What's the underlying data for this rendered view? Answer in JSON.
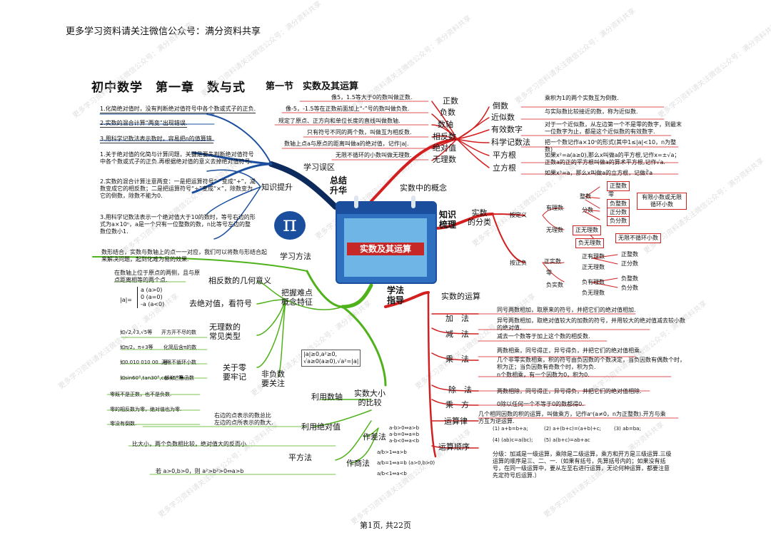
{
  "header": "更多学习资料请关注微信公众号：满分资料共享",
  "title": "初中数学　第一章　数与式",
  "section": "第一节　实数及其运算",
  "center_label": "实数及其运算",
  "footer": "第1页, 共22页",
  "watermark": "更多学习资料请关注微信公众号：满分资料共享",
  "branches": {
    "summary": "总结\n升华",
    "concepts": "实数中的概念",
    "review": "知识\n梳理",
    "methods": "学法\n指导"
  },
  "nodes": {
    "xuexi_wuqu": "学习误区",
    "zhishi_tisheng": "知识提升",
    "xuexi_fangfa": "学习方法",
    "bawo": "把握难点\n概念特征",
    "xiangfanshu": "相反数的几何意义",
    "jueduizhi": "去绝对值，看符号",
    "wuli": "无理数的\n常见类型",
    "guanyu_ling": "关于零\n要牢记",
    "feifu": "非负数\n要关注",
    "daxiao": "实数大小\n的比较",
    "liyong_shuzhou": "利用数轴",
    "liyong_jdz": "利用绝对值",
    "pingfangfa": "平方法",
    "zuochafa": "作差法",
    "zuoshangfa": "作商法",
    "shishu_fenlei": "实数\n的分类",
    "an_dingyi": "按定义",
    "an_zhengfu": "按正负",
    "shishu_yunsuan": "实数的运算"
  },
  "concepts": [
    {
      "k": "正数",
      "d": "像5，1.5等大于0的数叫做正数."
    },
    {
      "k": "负数",
      "d": "像-5，-1.5等在正数前面加上“-”号的数叫做负数."
    },
    {
      "k": "数轴",
      "d": "规定了原点、正方向和单位长度的直线叫做数轴."
    },
    {
      "k": "相反数",
      "d": "只有符号不同的两个数，叫做互为相反数."
    },
    {
      "k": "绝对值",
      "d": "数轴上点a与原点的距离叫做a的绝对值，记作|a|."
    },
    {
      "k": "无理数",
      "d": "无限不循环的小数叫做无理数."
    },
    {
      "k": "倒数",
      "d": "乘积为1的两个实数互为倒数."
    },
    {
      "k": "近似数",
      "d": "与实际数比较接近的数，称为近似数."
    },
    {
      "k": "有效数字",
      "d": "对于一个近似数，从左边第一个不是零的数字，到最末一位数字为止，都是这个近似数的有效数字."
    },
    {
      "k": "科学记数法",
      "d": "把一个数记作a×10ⁿ的形式(其中1≤|a|<10，n为整数)"
    },
    {
      "k": "平方根",
      "d": "如果x²=a(a≥0),那么x叫做a的平方根,记作x=±√a；正数a的正的平方根叫做a的算术平方根,记作√a."
    },
    {
      "k": "立方根",
      "d": "如果x³=a，那么x叫做a的立方根，记做∛a"
    }
  ],
  "mistakes": [
    "1.化简绝对值时，没有判断绝对值符号中各个数或式子的正负.",
    "2.实数的混合计算“两变”出现错误.",
    "3.用科学记数法表示数时，容易把n的值算错."
  ],
  "tips": [
    "1.关于绝对值的化简与计算问题，关键是要先判断绝对值符号中各个数或式子的正负.再根据绝对值的意义去掉绝对值符号.",
    "2.实数的混合计算注意两变：一是把运算符号“-”变成“+”，减数变成它的相反数；二是把运算符号“÷”变成“×”，除数变为它的倒数，除数不能为0.",
    "3.用科学记数法表示一个绝对值大于10的数时，等号右边的形式为a×10ⁿ，a是一个只有一位整数的数，n比等号左边的整数位数小1."
  ],
  "method_text": "数形结合，实数与数轴上的点一一对应，我们可以将数与形结合起来解决问题，起到化难为易的效果.",
  "xiangfanshu_text": "在数轴上位于原点的两侧，且与原点距离相等的两个点.",
  "abs_def": [
    "a (a>0)",
    "0 (a=0)",
    "-a (a<0)"
  ],
  "abs_lhs": "|a|=",
  "irrational": [
    {
      "e": "如√2,∛3,√5等",
      "d": "开方开不尽的数"
    },
    {
      "e": "如π/2，π+3等",
      "d": "化简后含π的数"
    },
    {
      "e": "如0.010 010 00…等",
      "d": "无限不循环小数"
    },
    {
      "e": "如sin60°,tan30°,cos45°等",
      "d": "部分三角函数"
    }
  ],
  "zero": [
    "零既不是正数，也不是负数.",
    "零的相反数为零，绝对值也为零.",
    "零没有倒数."
  ],
  "nonneg": [
    "|a|≥0,a²≥0,",
    "√a≥0(a≥0),√a²=|a|"
  ],
  "axis_cmp": [
    "右边的点表示的数总比",
    "左边的点所表示的数大."
  ],
  "abs_cmp": "比大小，两个负数相比较，绝对值大的反而小",
  "square_cmp": "若 a>0,b>0，则 a²>b²>0⇔a>b",
  "diff_cmp": [
    "a-b>0⇔a>b",
    "a-b=0⇔a=b",
    "a-b<0⇔a<b"
  ],
  "quot_cmp": [
    "a/b>1⇔a>b",
    "a/b=1⇔a=b (a>0,b>0)",
    "a/b<1⇔a<b"
  ],
  "class_def": {
    "youli": "有理数",
    "zhengshu": "整数",
    "fenshu": "分数",
    "zheng": "正整数",
    "ling": "零",
    "fu": "负整数",
    "zf": "正分数",
    "ff": "负分数",
    "youxian": "有限小数或无限循环小数",
    "wuli": "无理数",
    "zw": "正无理数",
    "fw": "负无理数",
    "note": "无限不循环小数"
  },
  "class_sign": {
    "zs": "正实数",
    "ling": "零",
    "fs": "负实数",
    "zy": "正有理数",
    "zw": "正无理数",
    "fy": "负有理数",
    "fw": "负无理数",
    "zzs": "正整数",
    "zfs": "正分数",
    "fzs": "负整数",
    "ffs": "负分数"
  },
  "ops": [
    {
      "k": "加　法",
      "d": "同号两数相加，取原来的符号，并把它们的绝对值相加."
    },
    {
      "k": "",
      "d": "异号两数相加，取绝对值较大的加数的符号，并用较大的绝对值减去较小数 的绝对值."
    },
    {
      "k": "减　法",
      "d": "减去一个数等于加上这个数的相反数."
    },
    {
      "k": "乘　法",
      "d": "两数相乘，同号得正，异号得负，并把它们的绝对值相乘."
    },
    {
      "k": "",
      "d": "几个非零实数相乘，积的符号由负因数的个数决定，当负因数有偶数个时，积为正；当负因数有奇数个时，积为负."
    },
    {
      "k": "",
      "d": "n个数相乘，有一个因数为0，积为0."
    },
    {
      "k": "除　法",
      "d": "两数相除，同号得正，异号得负，并把它们的绝对值相除."
    },
    {
      "k": "",
      "d": "0除以任何一个不等于0的数都得0."
    },
    {
      "k": "乘　方",
      "d": "几个相同因数的积的运算，叫做乘方，记作aⁿ(a≠0，n为正整数).开方与乘方互为逆运算."
    },
    {
      "k": "运算律",
      "d": ""
    },
    {
      "k": "运算顺序",
      "d": "分级：加减是一级运算，乘除是二级运算，乘方和开方是三级运算.三级运算的顺序是三、二、一.（如果有括号，先算括号内的；如果没有括号，在同一级运算中，要从左至右进行运算，无论何种运算，都要注意先定符号后运算.）"
    }
  ],
  "laws": [
    "(1) a+b=b+a;",
    "(2) a+(b+c)=(a+b)+c;",
    "(3) ab=ba;",
    "(4) (ab)c=a(bc);",
    "(5) a(b+c)=ab+ac"
  ],
  "colors": {
    "blue": "#1b4f9e",
    "red": "#d21f1f",
    "green": "#4fb21a",
    "dark": "#0d2a5c"
  }
}
